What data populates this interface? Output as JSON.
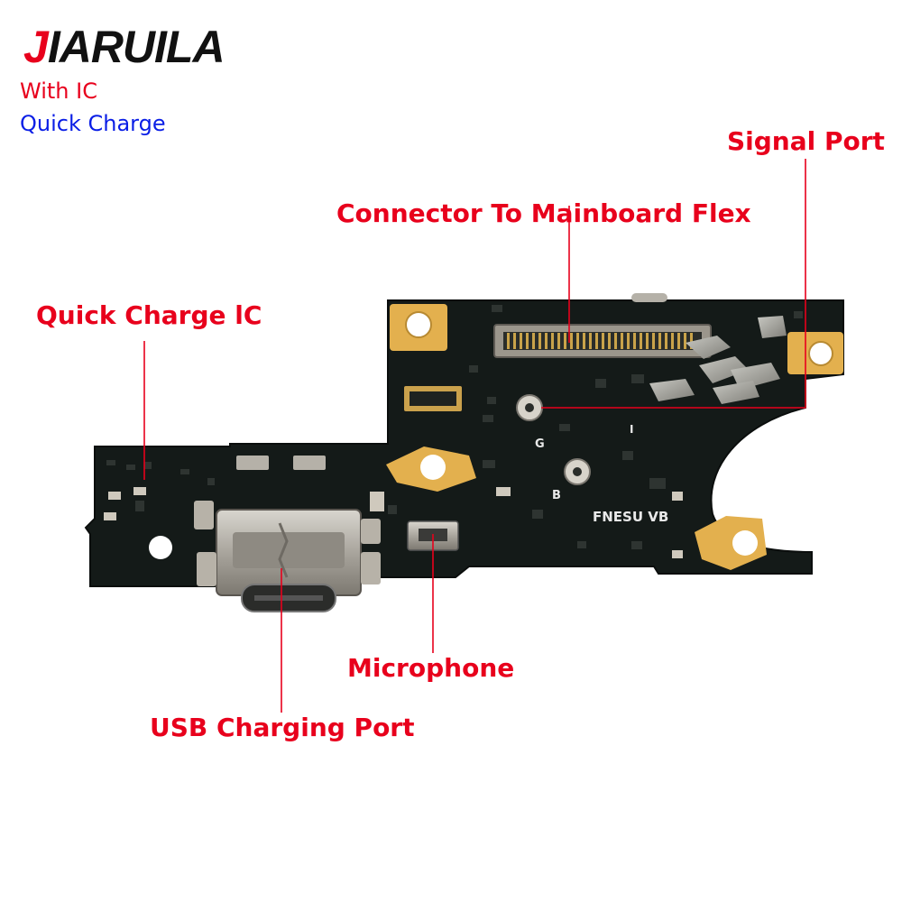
{
  "brand": {
    "first_letter": "J",
    "rest": "IARUILA"
  },
  "taglines": {
    "with_ic": "With IC",
    "quick_charge": "Quick Charge"
  },
  "labels": {
    "signal_port": "Signal Port",
    "connector": "Connector To Mainboard Flex",
    "quick_charge_ic": "Quick Charge lC",
    "microphone": "Microphone",
    "usb_port": "USB Charging Port"
  },
  "board_markings": {
    "g": "G",
    "b": "B",
    "i": "I",
    "model": "FNESU VB"
  },
  "colors": {
    "accent_red": "#e8001c",
    "accent_blue": "#0a1ee6",
    "board": "#121816",
    "gold_pad": "#e3b04e"
  }
}
